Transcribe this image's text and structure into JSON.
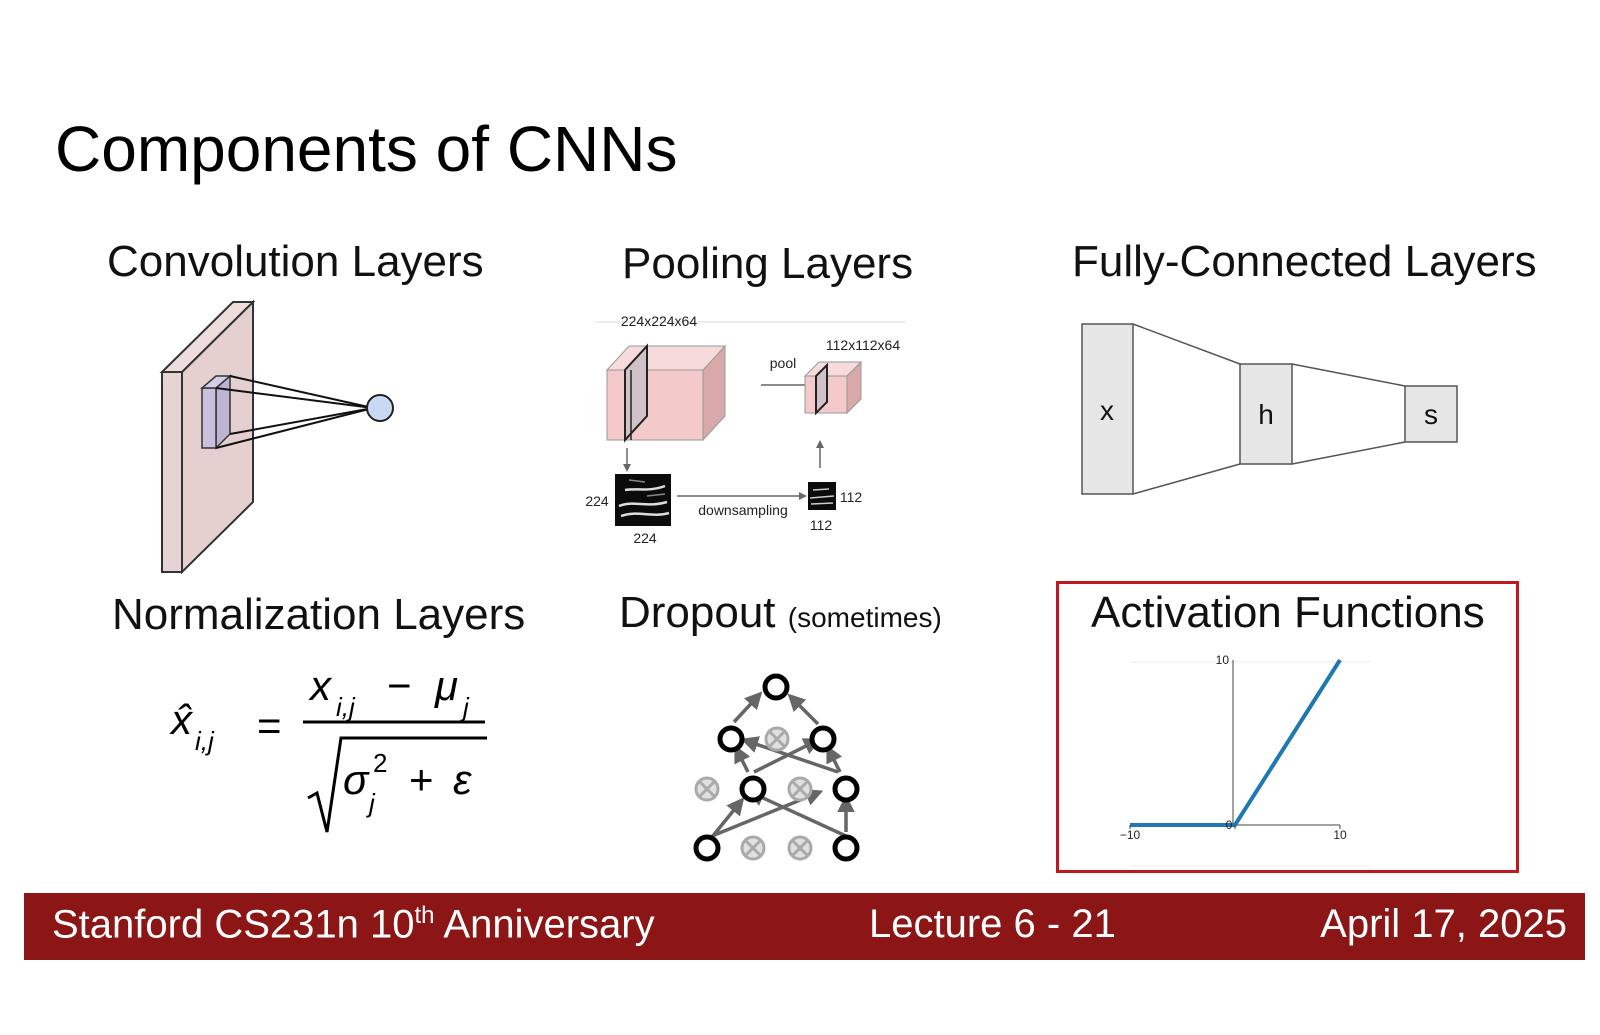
{
  "slide_title": "Components of CNNs",
  "sections": {
    "conv": {
      "title": "Convolution Layers"
    },
    "pool": {
      "title": "Pooling Layers",
      "input_label": "224x224x64",
      "output_label": "112x112x64",
      "pool_label": "pool",
      "downsampling_label": "downsampling",
      "in_height": "224",
      "in_width": "224",
      "out_height": "112",
      "out_width": "112"
    },
    "fc": {
      "title": "Fully-Connected Layers",
      "x_label": "x",
      "h_label": "h",
      "s_label": "s"
    },
    "norm": {
      "title": "Normalization Layers",
      "formula": {
        "lhs": "x̂",
        "lhs_sub": "i,j",
        "eq": "=",
        "num_x": "x",
        "num_x_sub": "i,j",
        "minus": "−",
        "num_mu": "μ",
        "num_mu_sub": "j",
        "den_sigma": "σ",
        "den_sigma_sub": "j",
        "den_sigma_sup": "2",
        "den_plus": "+",
        "den_eps": "ε"
      }
    },
    "dropout": {
      "title": "Dropout",
      "note": "(sometimes)"
    },
    "activation": {
      "title": "Activation Functions",
      "chart_data": {
        "type": "line",
        "x": [
          -10,
          0,
          10
        ],
        "y": [
          0,
          0,
          10
        ],
        "xlim": [
          -10,
          10
        ],
        "ylim": [
          0,
          10
        ],
        "x_ticks": [
          "−10",
          "0",
          "10"
        ],
        "y_ticks": [
          "10"
        ],
        "color": "#1f77b4"
      }
    }
  },
  "footer": {
    "course": "Stanford CS231n 10",
    "course_sup": "th",
    "course_suffix": " Anniversary",
    "lecture": "Lecture 6 - 21",
    "date": "April 17, 2025",
    "bg_color": "#8c1515"
  }
}
